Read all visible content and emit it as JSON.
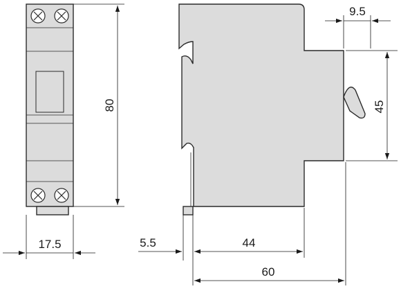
{
  "dimensions": {
    "front_width": "17.5",
    "front_height": "80",
    "depth_top": "9.5",
    "step_height": "45",
    "rail_offset": "5.5",
    "depth_mid": "44",
    "depth_total": "60"
  }
}
